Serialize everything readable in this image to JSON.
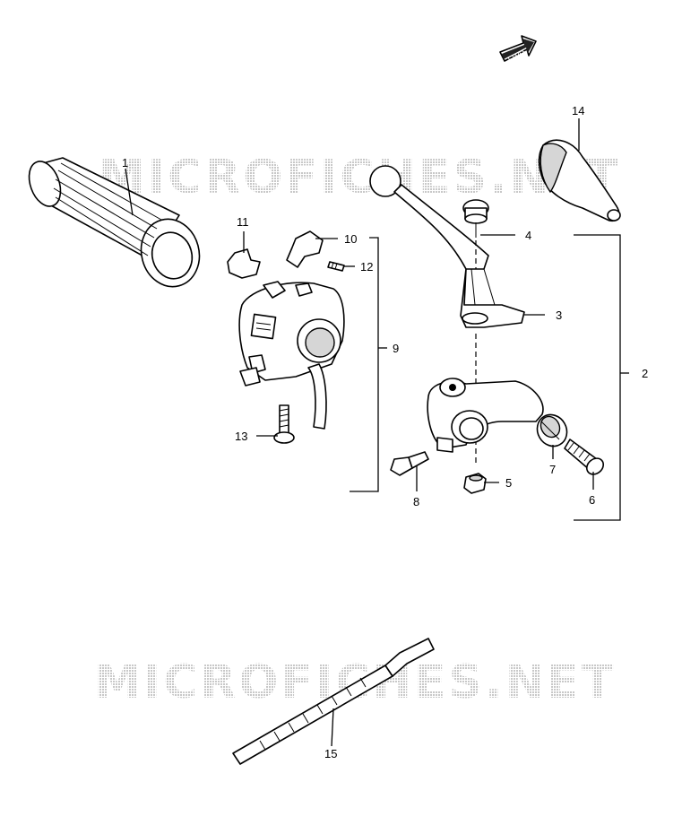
{
  "watermark": "MICROFICHES.NET",
  "fwd_label": "FWD",
  "callouts": {
    "c1": "1",
    "c2": "2",
    "c3": "3",
    "c4": "4",
    "c5": "5",
    "c6": "6",
    "c7": "7",
    "c8": "8",
    "c9": "9",
    "c10": "10",
    "c11": "11",
    "c12": "12",
    "c13": "13",
    "c14": "14",
    "c15": "15"
  }
}
